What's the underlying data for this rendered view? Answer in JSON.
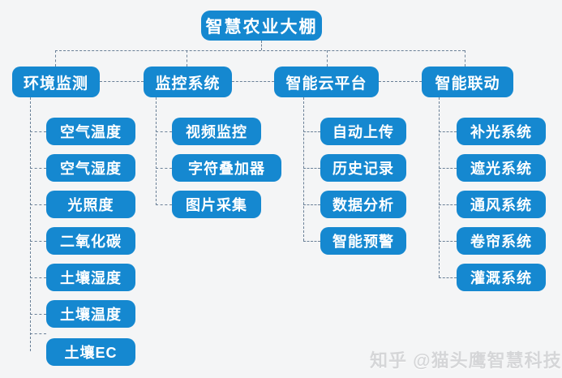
{
  "diagram": {
    "root": {
      "label": "智慧农业大棚"
    },
    "branches": [
      {
        "label": "环境监测",
        "children": [
          "空气温度",
          "空气湿度",
          "光照度",
          "二氧化碳",
          "土壤湿度",
          "土壤温度",
          "土壤EC"
        ]
      },
      {
        "label": "监控系统",
        "children": [
          "视频监控",
          "字符叠加器",
          "图片采集"
        ]
      },
      {
        "label": "智能云平台",
        "children": [
          "自动上传",
          "历史记录",
          "数据分析",
          "智能预警"
        ]
      },
      {
        "label": "智能联动",
        "children": [
          "补光系统",
          "遮光系统",
          "通风系统",
          "卷帘系统",
          "灌溉系统"
        ]
      }
    ]
  },
  "watermark": {
    "text": "知乎 @猫头鹰智慧科技"
  },
  "colors": {
    "node_fill": "#1588d0",
    "node_text": "#ffffff",
    "connector": "#6a8097",
    "background": "#f4f5f6",
    "watermark_text": "#d5d6d8"
  }
}
